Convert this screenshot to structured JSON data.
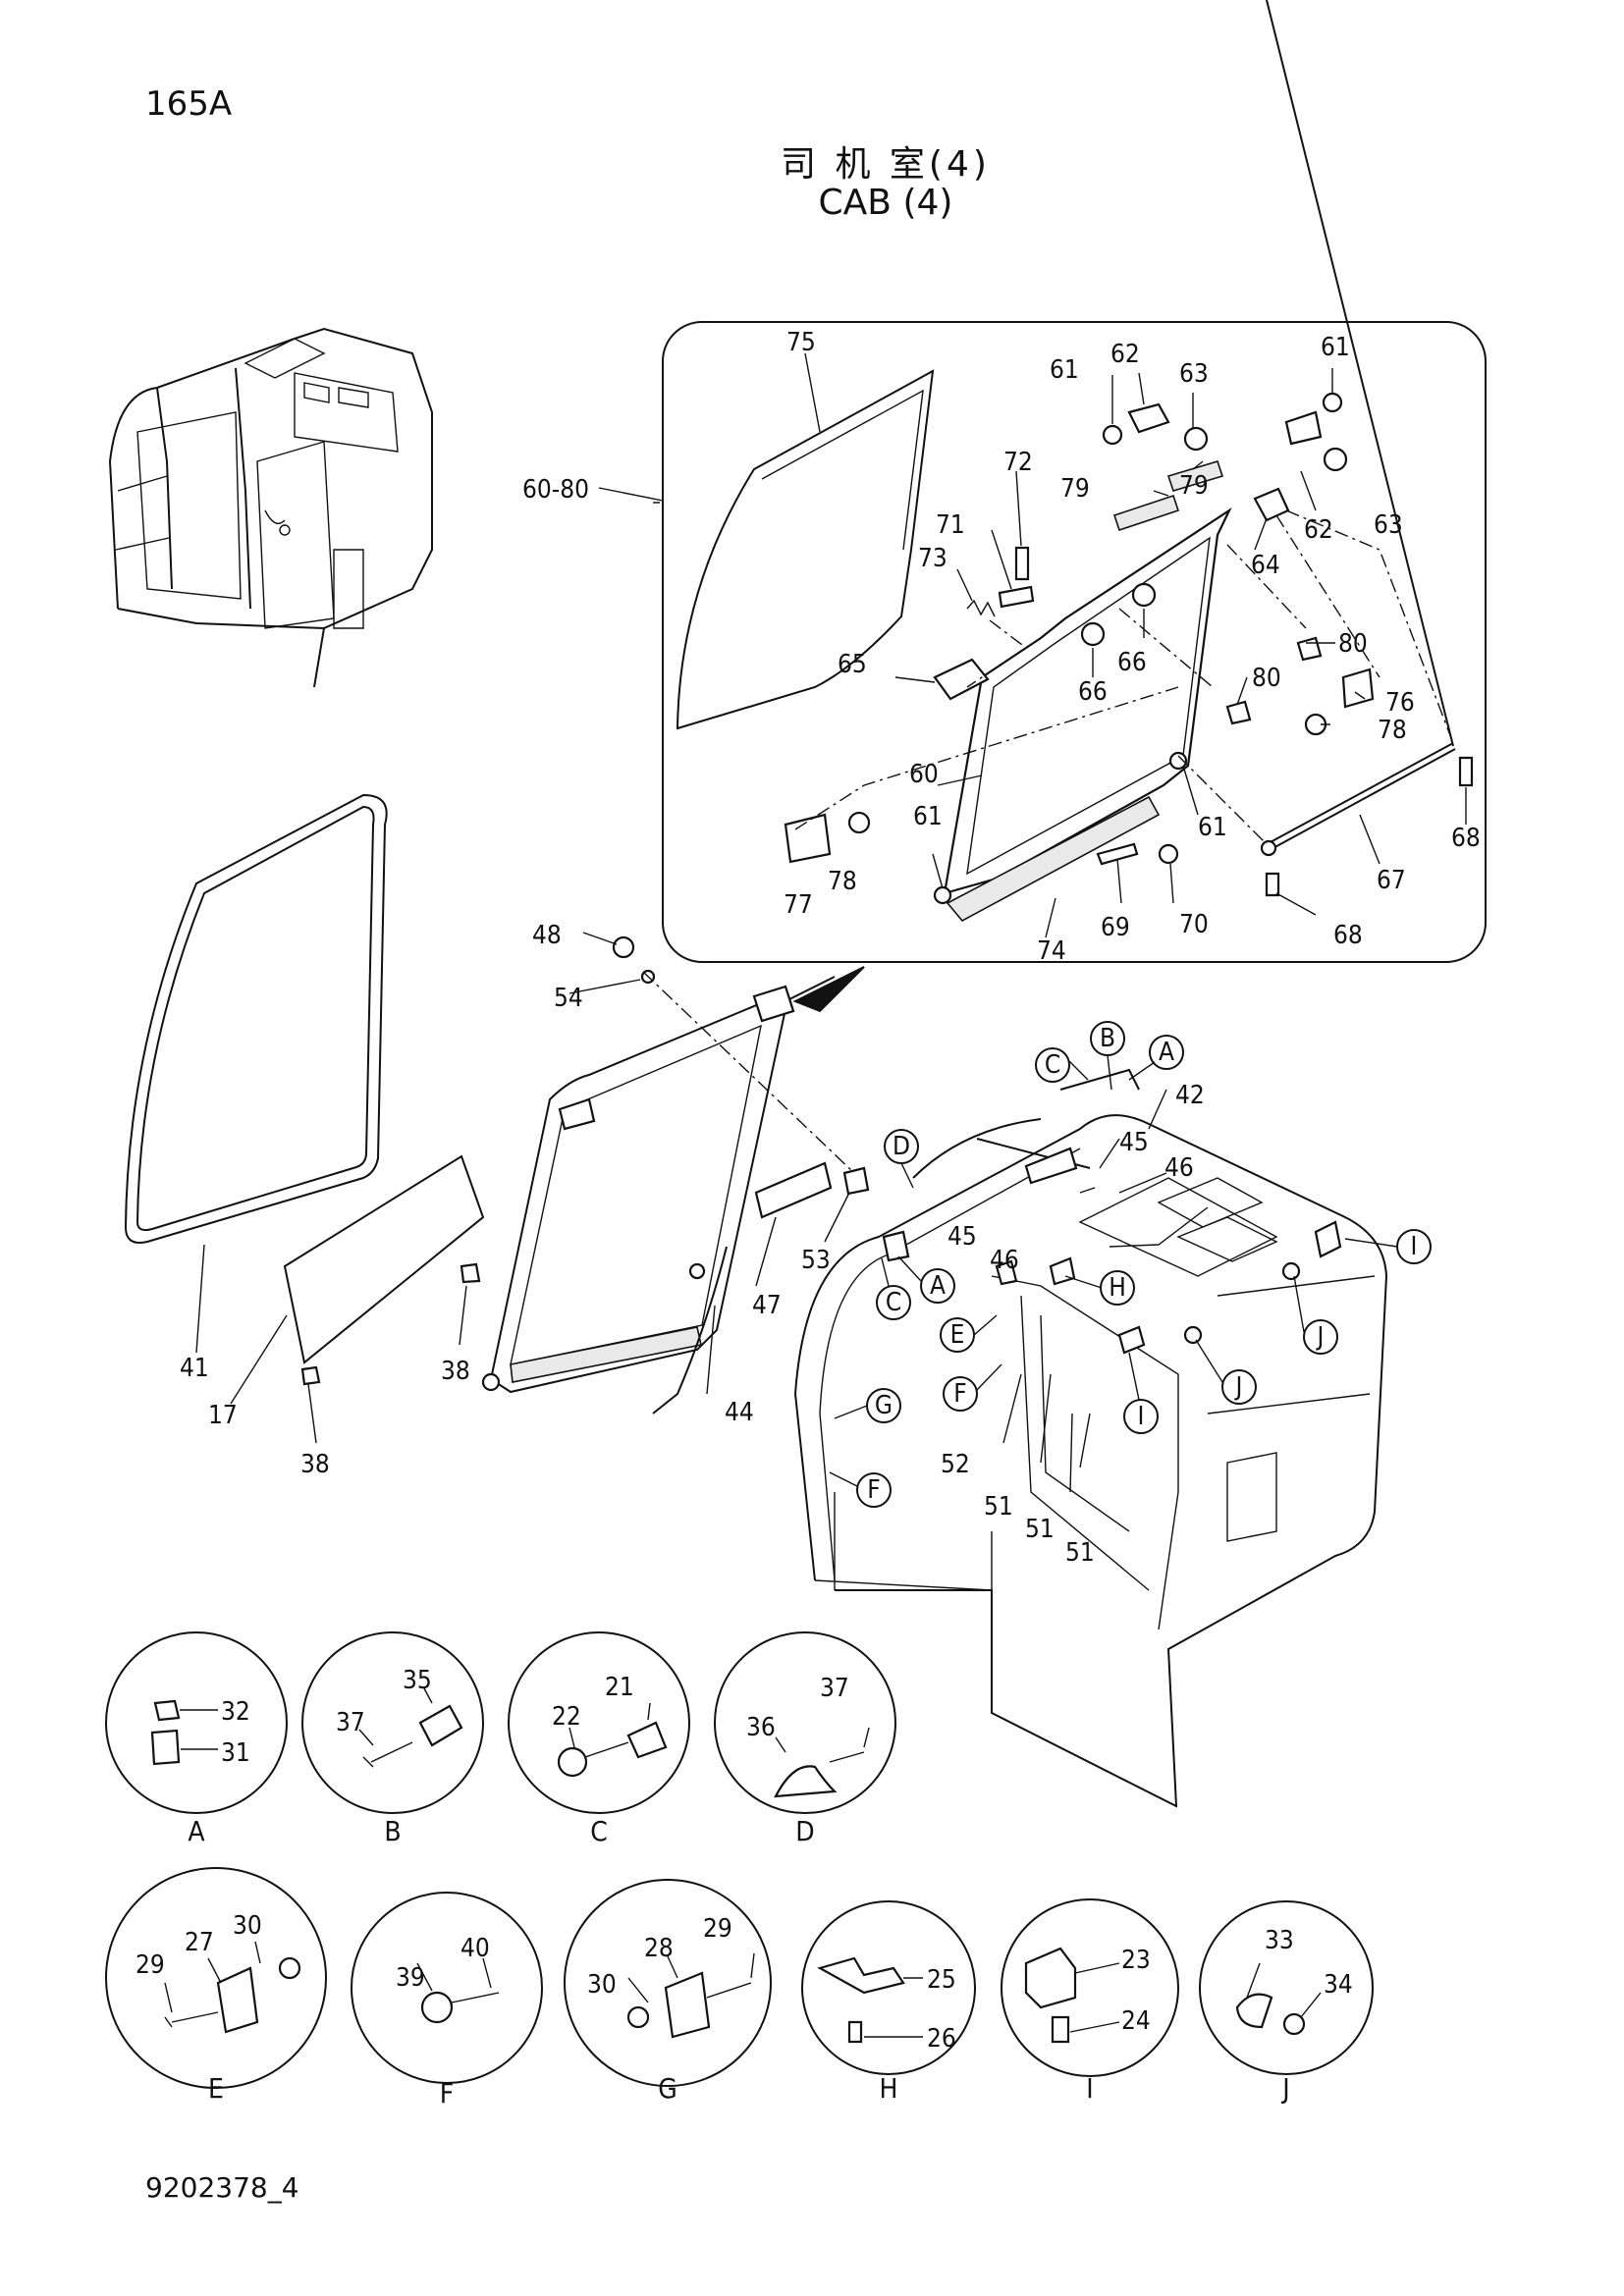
{
  "header": {
    "page_number": "165A",
    "title_cn": "司 机 室(4)",
    "title_en": "CAB  (4)"
  },
  "footer": {
    "drawing_number": "9202378_4"
  },
  "callouts": {
    "c75": "75",
    "c61a": "61",
    "c62a": "62",
    "c63a": "63",
    "c61b": "61",
    "c6080": "60-80",
    "c72": "72",
    "c79a": "79",
    "c79b": "79",
    "c62b": "62",
    "c63b": "63",
    "c71": "71",
    "c73": "73",
    "c64": "64",
    "c80a": "80",
    "c65": "65",
    "c66a": "66",
    "c66b": "66",
    "c80b": "80",
    "c76": "76",
    "c78a": "78",
    "c60": "60",
    "c61c": "61",
    "c61d": "61",
    "c68a": "68",
    "c77": "77",
    "c78b": "78",
    "c67": "67",
    "c69": "69",
    "c70": "70",
    "c74": "74",
    "c68b": "68",
    "c48": "48",
    "c54": "54",
    "c42": "42",
    "c45a": "45",
    "c46a": "46",
    "c45b": "45",
    "c46b": "46",
    "c53": "53",
    "c47": "47",
    "c41": "41",
    "c17": "17",
    "c38a": "38",
    "c38b": "38",
    "c44": "44",
    "c52": "52",
    "c51a": "51",
    "c51b": "51",
    "c51c": "51",
    "d32": "32",
    "d31": "31",
    "d35": "35",
    "d37a": "37",
    "d21": "21",
    "d22": "22",
    "d37b": "37",
    "d36": "36",
    "d30a": "30",
    "d27": "27",
    "d29a": "29",
    "d40": "40",
    "d39": "39",
    "d28": "28",
    "d29b": "29",
    "d30b": "30",
    "d25": "25",
    "d26": "26",
    "d23": "23",
    "d24": "24",
    "d33": "33",
    "d34": "34"
  },
  "circle_refs": {
    "cr_c1": "C",
    "cr_b1": "B",
    "cr_a1": "A",
    "cr_d1": "D",
    "cr_a2": "A",
    "cr_c2": "C",
    "cr_h1": "H",
    "cr_e1": "E",
    "cr_f1": "F",
    "cr_i1": "I",
    "cr_j1": "J",
    "cr_j2": "J",
    "cr_i2": "I",
    "cr_g1": "G",
    "cr_f2": "F"
  },
  "details": {
    "A": "A",
    "B": "B",
    "C": "C",
    "D": "D",
    "E": "E",
    "F": "F",
    "G": "G",
    "H": "H",
    "I": "I",
    "J": "J"
  }
}
